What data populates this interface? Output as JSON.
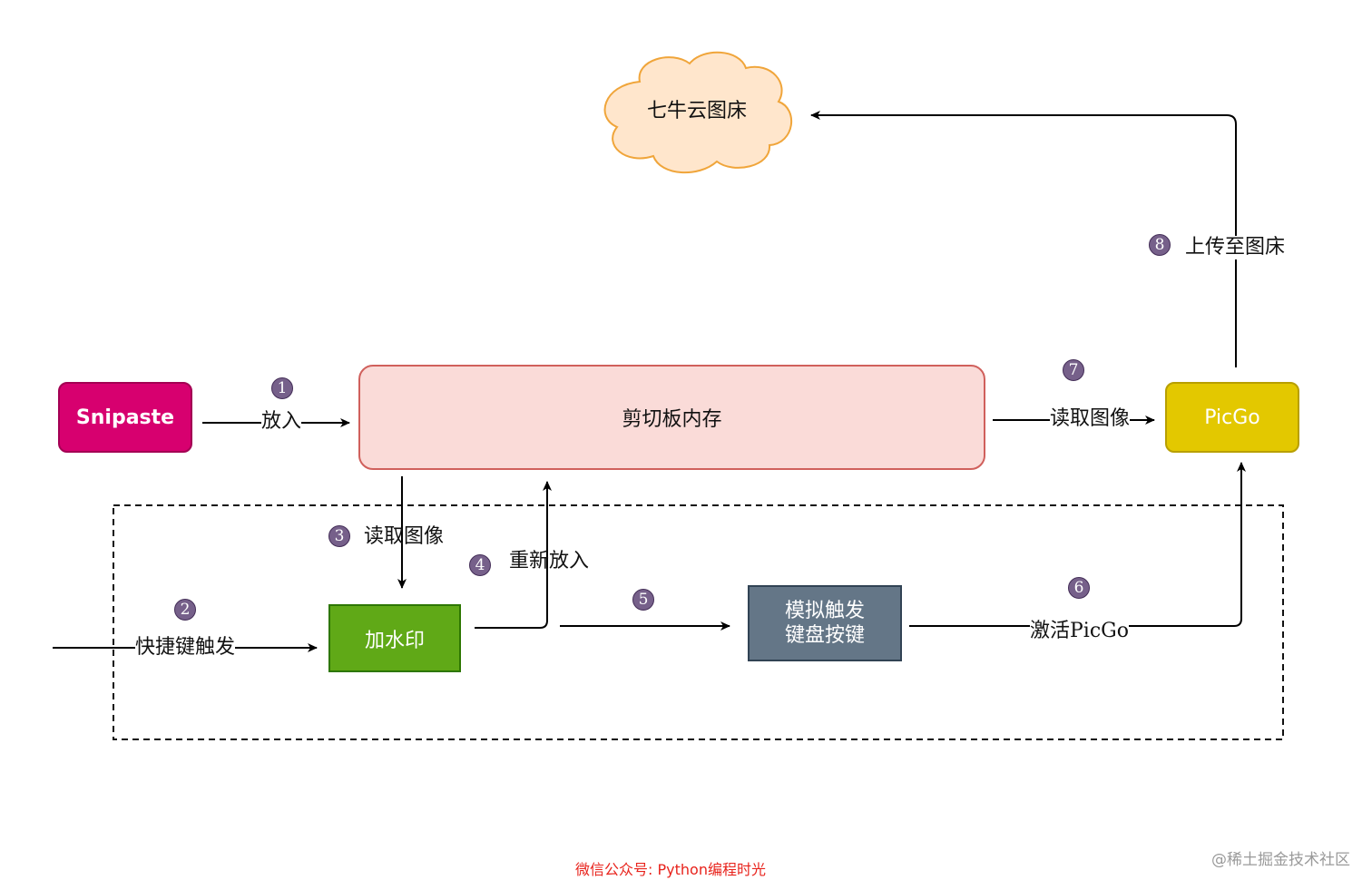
{
  "nodes": {
    "cloud": "七牛云图床",
    "snipaste": "Snipaste",
    "clipboard": "剪切板内存",
    "picgo": "PicGo",
    "watermark": "加水印",
    "simulate_line1": "模拟触发",
    "simulate_line2": "键盘按键"
  },
  "steps": [
    {
      "number": "1",
      "label": "放入"
    },
    {
      "number": "2",
      "label": "快捷键触发"
    },
    {
      "number": "3",
      "label": "读取图像"
    },
    {
      "number": "4",
      "label": "重新放入"
    },
    {
      "number": "5",
      "label": ""
    },
    {
      "number": "6",
      "label": "激活PicGo"
    },
    {
      "number": "7",
      "label": "读取图像"
    },
    {
      "number": "8",
      "label": "上传至图床"
    }
  ],
  "footer": "微信公众号: Python编程时光",
  "credit": "@稀土掘金技术社区"
}
